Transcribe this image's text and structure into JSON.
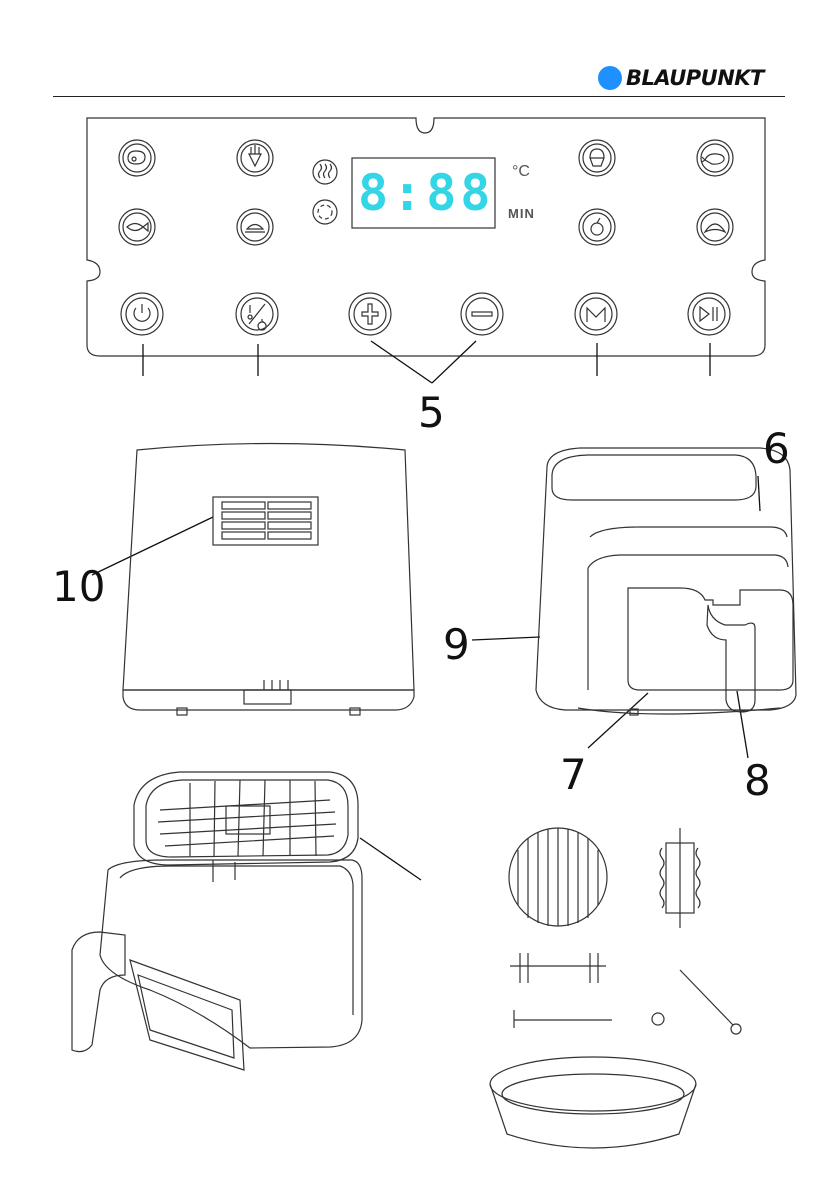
{
  "brand": {
    "name": "BLAUPUNKT",
    "dot_color": "#1e90ff"
  },
  "display": {
    "digits": "8:88",
    "unit_celsius": "°C",
    "unit_min": "MIN",
    "digit_color": "#33d6e6"
  },
  "callouts": [
    "5",
    "6",
    "7",
    "8",
    "9",
    "10"
  ]
}
